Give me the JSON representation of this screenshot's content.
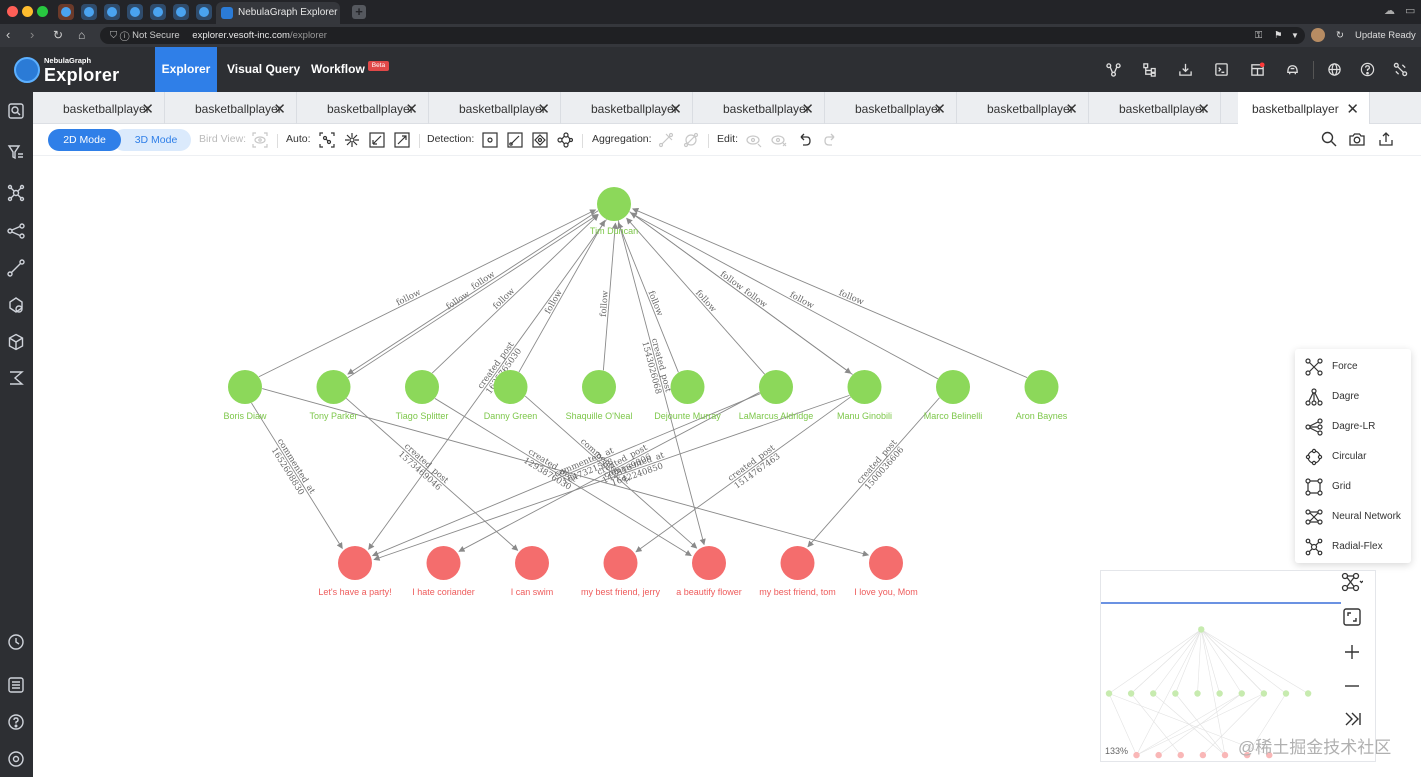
{
  "browser": {
    "tab_title": "NebulaGraph Explorer",
    "security": "Not Secure",
    "url_host": "explorer.vesoft-inc.com",
    "url_path": "/explorer",
    "update_label": "Update Ready"
  },
  "header": {
    "logo_top": "NebulaGraph",
    "logo_main": "Explorer",
    "nav": [
      {
        "label": "Explorer",
        "active": true
      },
      {
        "label": "Visual Query"
      },
      {
        "label": "Workflow",
        "badge": "Beta"
      }
    ]
  },
  "doc_tabs": [
    "basketballplayer",
    "basketballplayer",
    "basketballplayer",
    "basketballplayer",
    "basketballplayer",
    "basketballplayer",
    "basketballplayer",
    "basketballplayer",
    "basketballplayer",
    "basketballplayer"
  ],
  "toolbar": {
    "mode_2d": "2D Mode",
    "mode_3d": "3D Mode",
    "bird_view": "Bird View:",
    "auto": "Auto:",
    "detection": "Detection:",
    "aggregation": "Aggregation:",
    "edit": "Edit:"
  },
  "graph": {
    "colors": {
      "player": "#8cd85a",
      "post": "#f46d6d",
      "edge": "#8a8a8a"
    },
    "vertices": [
      {
        "id": "tim",
        "label": "Tim Duncan",
        "type": "player"
      },
      {
        "id": "boris",
        "label": "Boris Diaw",
        "type": "player"
      },
      {
        "id": "tony",
        "label": "Tony Parker",
        "type": "player"
      },
      {
        "id": "tiago",
        "label": "Tiago Splitter",
        "type": "player"
      },
      {
        "id": "danny",
        "label": "Danny Green",
        "type": "player"
      },
      {
        "id": "shaq",
        "label": "Shaquille O'Neal",
        "type": "player"
      },
      {
        "id": "dejounte",
        "label": "Dejounte Murray",
        "type": "player"
      },
      {
        "id": "lamarcus",
        "label": "LaMarcus Aldridge",
        "type": "player"
      },
      {
        "id": "manu",
        "label": "Manu Ginobili",
        "type": "player"
      },
      {
        "id": "marco",
        "label": "Marco Belinelli",
        "type": "player"
      },
      {
        "id": "aron",
        "label": "Aron Baynes",
        "type": "player"
      },
      {
        "id": "p1",
        "label": "Let's have a party!",
        "type": "post"
      },
      {
        "id": "p2",
        "label": "I hate coriander",
        "type": "post"
      },
      {
        "id": "p3",
        "label": "I can swim",
        "type": "post"
      },
      {
        "id": "p4",
        "label": "my best friend, jerry",
        "type": "post"
      },
      {
        "id": "p5",
        "label": "a beautify flower",
        "type": "post"
      },
      {
        "id": "p6",
        "label": "my best friend, tom",
        "type": "post"
      },
      {
        "id": "p7",
        "label": "I love you, Mom",
        "type": "post"
      }
    ],
    "edges": [
      {
        "from": "boris",
        "to": "tim",
        "label": "follow"
      },
      {
        "from": "tony",
        "to": "tim",
        "label": "follow"
      },
      {
        "from": "tim",
        "to": "tony",
        "label": "follow"
      },
      {
        "from": "tiago",
        "to": "tim",
        "label": "follow"
      },
      {
        "from": "danny",
        "to": "tim",
        "label": "follow"
      },
      {
        "from": "shaq",
        "to": "tim",
        "label": "follow"
      },
      {
        "from": "dejounte",
        "to": "tim",
        "label": "follow"
      },
      {
        "from": "lamarcus",
        "to": "tim",
        "label": "follow"
      },
      {
        "from": "manu",
        "to": "tim",
        "label": "follow"
      },
      {
        "from": "tim",
        "to": "manu",
        "label": "follow"
      },
      {
        "from": "marco",
        "to": "tim",
        "label": "follow"
      },
      {
        "from": "aron",
        "to": "tim",
        "label": "follow"
      },
      {
        "from": "tim",
        "to": "p1",
        "label": "created_post\n1635765030"
      },
      {
        "from": "tim",
        "to": "p5",
        "label": "created_post\n1543026068"
      },
      {
        "from": "boris",
        "to": "p1",
        "label": "commented_at\n1652608830"
      },
      {
        "from": "boris",
        "to": "p7",
        "label": ""
      },
      {
        "from": "tony",
        "to": "p3",
        "label": "created_post\n1573469046"
      },
      {
        "from": "tiago",
        "to": "p5",
        "label": "created_post\n1293876030"
      },
      {
        "from": "danny",
        "to": "p5",
        "label": "commented_at"
      },
      {
        "from": "lamarcus",
        "to": "p1",
        "label": "commented_at\n1647321568"
      },
      {
        "from": "lamarcus",
        "to": "p2",
        "label": "created_post\n1425169806"
      },
      {
        "from": "manu",
        "to": "p1",
        "label": "commented_at\n1642240850"
      },
      {
        "from": "manu",
        "to": "p4",
        "label": "created_post\n1514767463"
      },
      {
        "from": "marco",
        "to": "p6",
        "label": "created_post\n1500036606"
      }
    ]
  },
  "layouts": [
    "Force",
    "Dagre",
    "Dagre-LR",
    "Circular",
    "Grid",
    "Neural Network",
    "Radial-Flex"
  ],
  "minimap": {
    "zoom": "133%"
  },
  "watermark": "@稀土掘金技术社区"
}
